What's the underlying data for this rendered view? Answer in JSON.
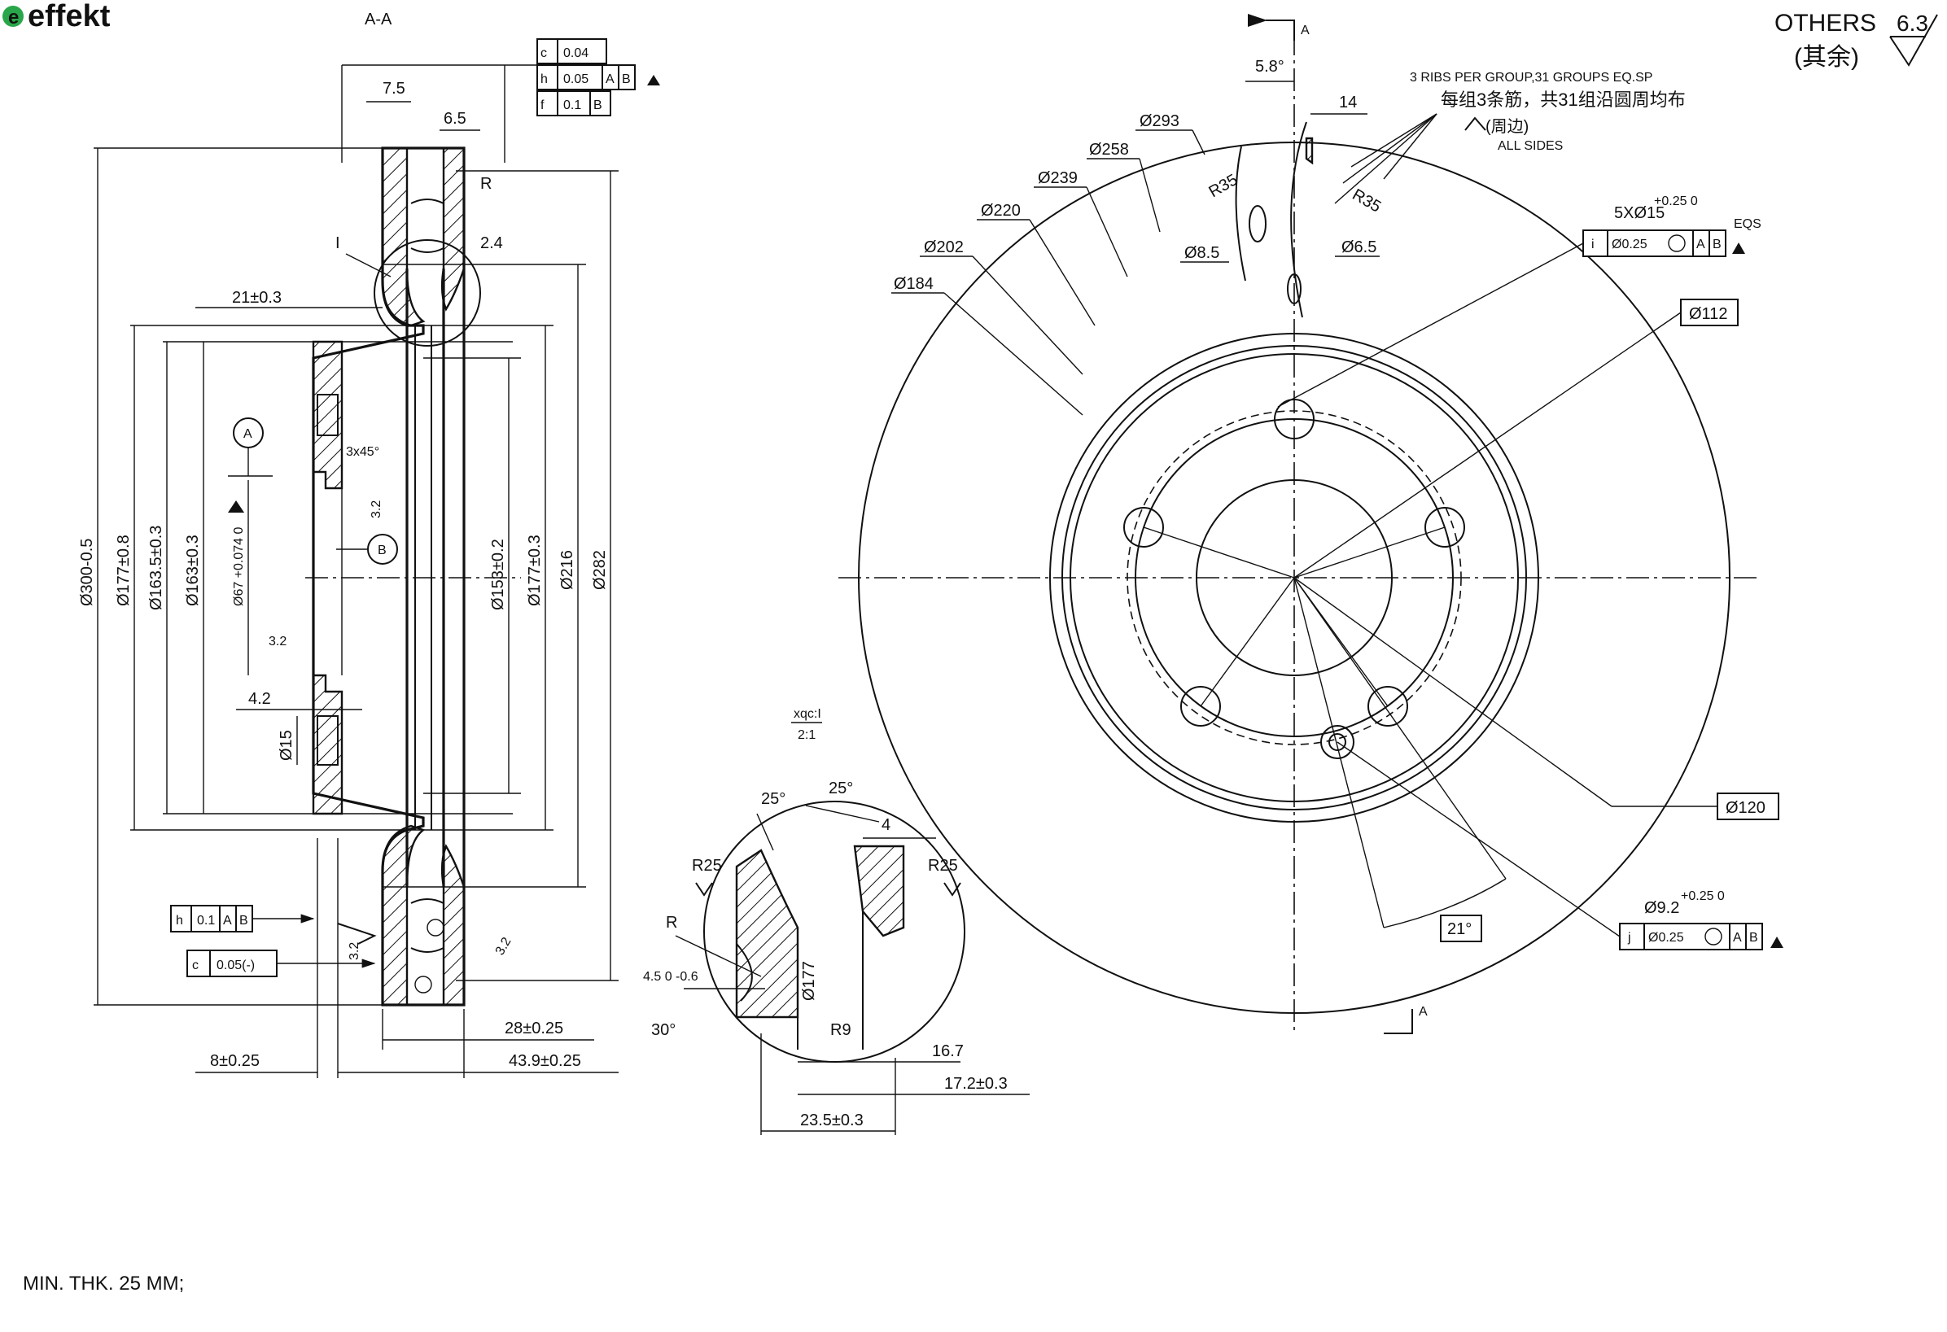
{
  "logo": {
    "text": "effekt",
    "color": "#2aa64a"
  },
  "section_label": "A-A",
  "surface_finish": {
    "others": "OTHERS",
    "others_cn": "(其余)",
    "value": "6.3"
  },
  "note": "MIN.  THK.  25  MM;",
  "section_view": {
    "top_dims": [
      "7.5",
      "6.5"
    ],
    "gdt_top": [
      {
        "sym": "c",
        "tol": "0.04",
        "refs": []
      },
      {
        "sym": "h",
        "tol": "0.05",
        "refs": [
          "A",
          "B"
        ]
      },
      {
        "sym": "f",
        "tol": "0.1",
        "refs": [
          "B"
        ]
      }
    ],
    "radius": "R",
    "dim_24": "2.4",
    "detail_ref": "I",
    "dim_21": "21±0.3",
    "datum_a": "A",
    "datum_b": "B",
    "chamfer": "3x45°",
    "finish_32": "3.2",
    "vertical_dims": [
      "Ø300-0.5",
      "Ø177±0.8",
      "Ø163.5±0.3",
      "Ø163±0.3",
      "Ø67 +0.074 0",
      "Ø153±0.2",
      "Ø177±0.3",
      "Ø216",
      "Ø282"
    ],
    "dim_42": "4.2",
    "dim_15": "Ø15",
    "gdt_bottom": [
      {
        "sym": "h",
        "tol": "0.1",
        "refs": [
          "A",
          "B"
        ]
      },
      {
        "sym": "c",
        "tol": "0.05(-)",
        "refs": []
      }
    ],
    "bottom_dims": [
      "28±0.25",
      "8±0.25",
      "43.9±0.25"
    ]
  },
  "front_view": {
    "section_mark": "A",
    "top_dims": [
      "5.8°",
      "14"
    ],
    "ribs_note_en": "3 RIBS PER GROUP,31 GROUPS EQ.SP",
    "ribs_note_cn": "每组3条筋，共31组沿圆周均布",
    "all_sides_cn": "(周边)",
    "all_sides_en": "ALL SIDES",
    "diameters": [
      "Ø293",
      "Ø258",
      "Ø239",
      "Ø220",
      "Ø202",
      "Ø184"
    ],
    "radii": [
      "R35",
      "R35"
    ],
    "small_dias": [
      "Ø8.5",
      "Ø6.5"
    ],
    "holes_1": {
      "count": "5XØ15",
      "tol": "+0.25 0",
      "gdt": [
        "i",
        "Ø0.25",
        "A",
        "B"
      ],
      "note": "EQS"
    },
    "bolt_circle": "Ø112",
    "center_bore": "Ø120",
    "angle": "21°",
    "holes_2": {
      "dia": "Ø9.2",
      "tol": "+0.25 0",
      "gdt": [
        "j",
        "Ø0.25",
        "A",
        "B"
      ]
    }
  },
  "detail_view": {
    "label": "xqc:I",
    "scale": "2:1",
    "angles": [
      "25°",
      "25°",
      "30°"
    ],
    "dims": [
      "4",
      "R25",
      "R25",
      "R",
      "4.5 0 -0.6",
      "Ø177",
      "R9",
      "16.7",
      "17.2±0.3",
      "23.5±0.3"
    ]
  }
}
